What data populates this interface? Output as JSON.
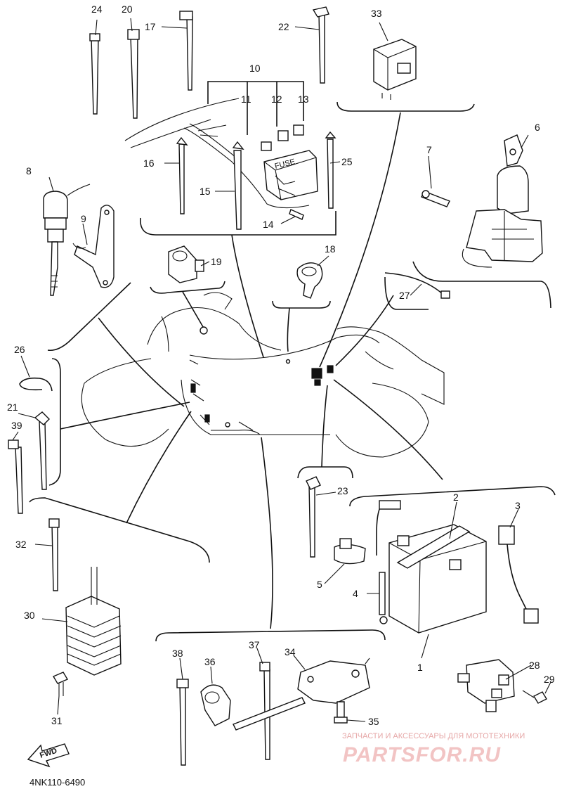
{
  "diagram_code": "4NK110-6490",
  "fwd_label": "FWD",
  "fuse_label": "FUSE",
  "watermark": {
    "tagline": "ЗАПЧАСТИ И АКСЕССУАРЫ ДЛЯ МОТОТЕХНИКИ",
    "brand": "PARTSFOR.RU"
  },
  "callouts": {
    "c1": "1",
    "c2": "2",
    "c3": "3",
    "c4": "4",
    "c5": "5",
    "c6": "6",
    "c7": "7",
    "c8": "8",
    "c9": "9",
    "c10": "10",
    "c11": "11",
    "c12": "12",
    "c13": "13",
    "c14": "14",
    "c15": "15",
    "c16": "16",
    "c17": "17",
    "c18": "18",
    "c19": "19",
    "c20": "20",
    "c21": "21",
    "c22": "22",
    "c23": "23",
    "c24": "24",
    "c25": "25",
    "c26": "26",
    "c27": "27",
    "c28": "28",
    "c29": "29",
    "c30": "30",
    "c31": "31",
    "c32": "32",
    "c33": "33",
    "c34": "34",
    "c35": "35",
    "c36": "36",
    "c37": "37",
    "c38": "38",
    "c39": "39"
  }
}
